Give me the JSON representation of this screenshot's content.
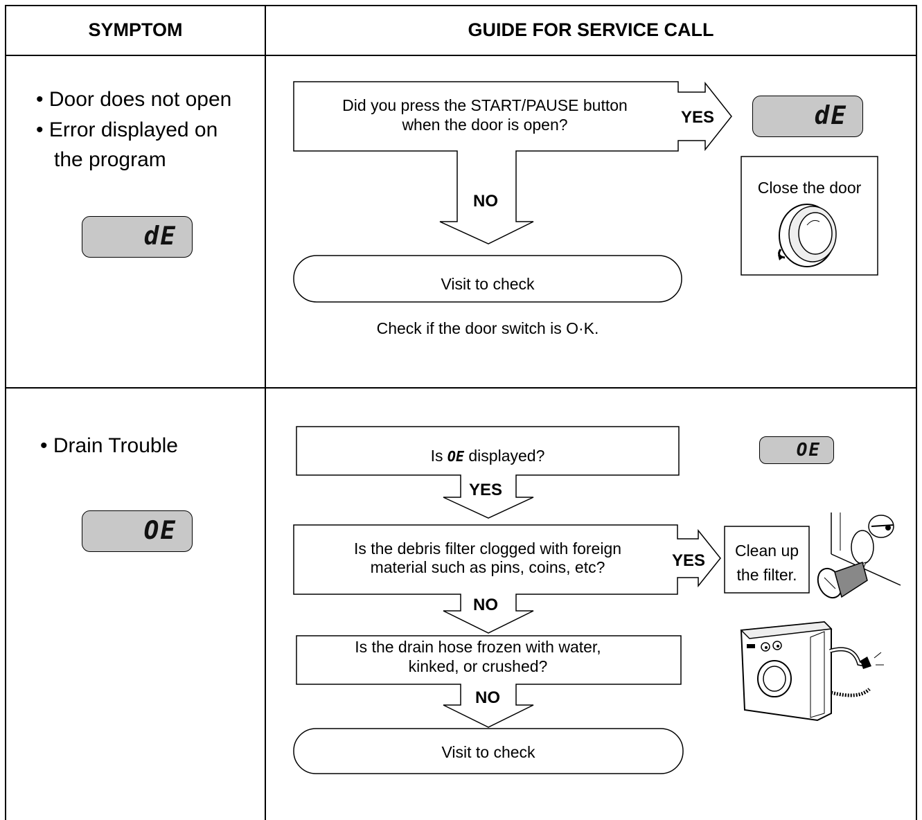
{
  "headers": {
    "symptom": "SYMPTOM",
    "guide": "GUIDE FOR SERVICE CALL"
  },
  "section1": {
    "symptoms": [
      "• Door does not open",
      "• Error displayed on",
      "the program"
    ],
    "display_code": "dE",
    "question": [
      "Did you press the START/PAUSE button",
      "when the door is open?"
    ],
    "yes_label": "YES",
    "no_label": "NO",
    "yes_display_code": "dE",
    "action": "Close the door",
    "visit": "Visit to check",
    "note": "Check if the door switch is O·K."
  },
  "section2": {
    "symptoms": [
      "• Drain Trouble"
    ],
    "display_code": "OE",
    "q1_prefix": "Is",
    "q1_code": "OE",
    "q1_suffix": "displayed?",
    "q1_display_code": "OE",
    "q1_yes": "YES",
    "q2": [
      "Is the debris filter clogged with foreign",
      "material such as pins, coins, etc?"
    ],
    "q2_yes": "YES",
    "q2_action": [
      "Clean up",
      "the filter."
    ],
    "q2_no": "NO",
    "q3": [
      "Is the drain hose frozen with water,",
      "kinked, or crushed?"
    ],
    "q3_no": "NO",
    "visit": "Visit to check"
  }
}
